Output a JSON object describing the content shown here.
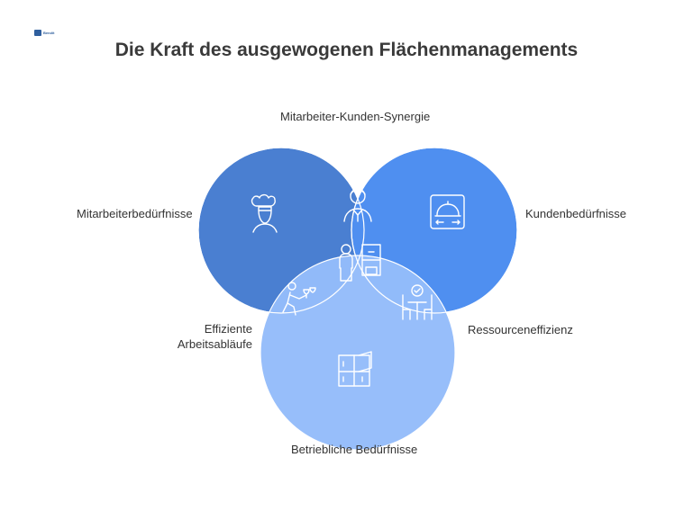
{
  "logo_text": "Bendit",
  "title": "Die Kraft des ausgewogenen Flächenmanagements",
  "labels": {
    "synergy": "Mitarbeiter-Kunden-Synergie",
    "employee_needs": "Mitarbeiterbedürfnisse",
    "customer_needs": "Kundenbedürfnisse",
    "efficient_workflows_line1": "Effiziente",
    "efficient_workflows_line2": "Arbeitsabläufe",
    "resource_efficiency": "Ressourceneffizienz",
    "operational_needs": "Betriebliche Bedürfnisse"
  },
  "colors": {
    "employee_circle": "#4a7fd1",
    "customer_circle": "#4f8ff0",
    "operational_circle": "#94bcfa",
    "outline": "#ffffff"
  },
  "icons": {
    "employee": "chef-icon",
    "customer": "serving-tray-icon",
    "synergy": "waiter-icon",
    "center": "staff-and-kitchen-icon",
    "workflow": "walking-waiter-icon",
    "resource": "dining-table-icon",
    "operational": "floor-plan-icon"
  }
}
